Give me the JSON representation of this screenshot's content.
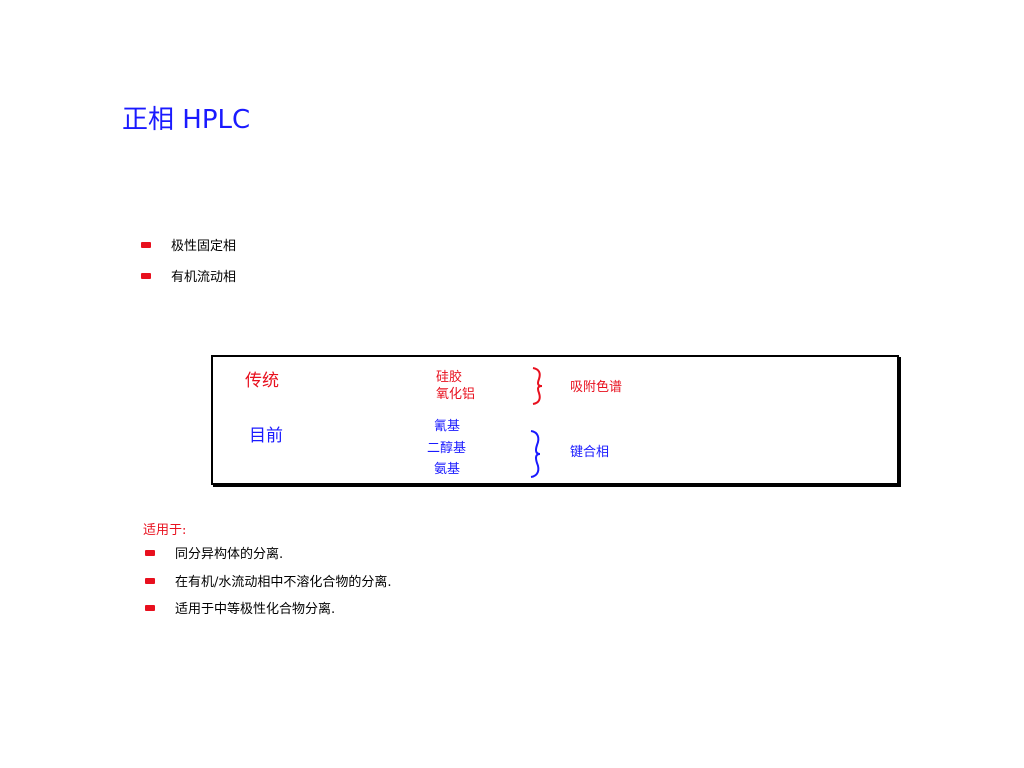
{
  "title": "正相 HPLC",
  "features": [
    "极性固定相",
    "有机流动相"
  ],
  "panel": {
    "traditional": {
      "label": "传统",
      "materials": [
        "硅胶",
        "氧化铝"
      ],
      "category": "吸附色谱"
    },
    "current": {
      "label": "目前",
      "materials": [
        "氰基",
        "二醇基",
        "氨基"
      ],
      "category": "键合相"
    }
  },
  "applicability": {
    "heading": "适用于:",
    "items": [
      "同分异构体的分离.",
      "在有机/水流动相中不溶化合物的分离.",
      "适用于中等极性化合物分离."
    ]
  },
  "colors": {
    "title": "#1a1aff",
    "accent": "#e8101e",
    "brace_red": "#e8101e",
    "brace_blue": "#1a1aff"
  }
}
